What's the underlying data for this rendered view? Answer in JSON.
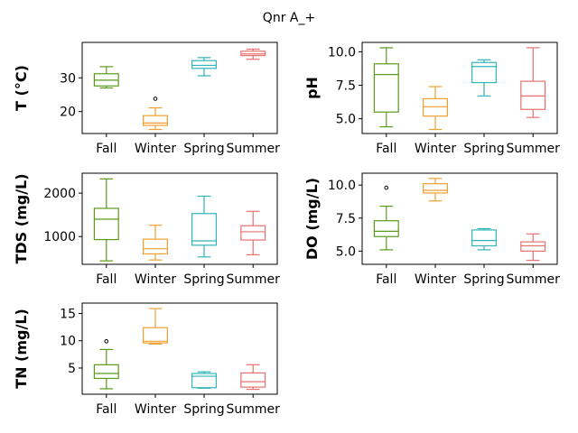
{
  "suptitle": "Qnr A_+",
  "chart_data": [
    {
      "type": "box",
      "ylabel": "T  (°C)",
      "ylim": [
        13.5,
        40.5
      ],
      "yticks": [
        20,
        30
      ],
      "categories": [
        "Fall",
        "Winter",
        "Spring",
        "Summer"
      ],
      "colors": [
        "#5a9a1a",
        "#f0a030",
        "#30b5b8",
        "#e87070"
      ],
      "boxes": [
        {
          "min": 27.0,
          "q1": 27.6,
          "median": 29.3,
          "q3": 31.2,
          "max": 33.3,
          "outliers": []
        },
        {
          "min": 14.7,
          "q1": 15.9,
          "median": 16.6,
          "q3": 18.8,
          "max": 21.1,
          "outliers": [
            23.8
          ]
        },
        {
          "min": 30.6,
          "q1": 32.8,
          "median": 33.7,
          "q3": 35.1,
          "max": 36.0,
          "outliers": []
        },
        {
          "min": 35.5,
          "q1": 36.6,
          "median": 37.1,
          "q3": 37.9,
          "max": 38.5,
          "outliers": []
        }
      ]
    },
    {
      "type": "box",
      "ylabel": "pH",
      "ylim": [
        3.9,
        10.7
      ],
      "yticks": [
        5.0,
        7.5,
        10.0
      ],
      "ytick_labels": [
        "5.0",
        "7.5",
        "10.0"
      ],
      "categories": [
        "Fall",
        "Winter",
        "Spring",
        "Summer"
      ],
      "colors": [
        "#5a9a1a",
        "#f0a030",
        "#30b5b8",
        "#e87070"
      ],
      "boxes": [
        {
          "min": 4.4,
          "q1": 5.5,
          "median": 8.3,
          "q3": 9.1,
          "max": 10.3,
          "outliers": []
        },
        {
          "min": 4.2,
          "q1": 5.2,
          "median": 5.9,
          "q3": 6.5,
          "max": 7.4,
          "outliers": []
        },
        {
          "min": 6.7,
          "q1": 7.7,
          "median": 8.9,
          "q3": 9.2,
          "max": 9.4,
          "outliers": []
        },
        {
          "min": 5.1,
          "q1": 5.7,
          "median": 6.7,
          "q3": 7.8,
          "max": 10.3,
          "outliers": []
        }
      ]
    },
    {
      "type": "box",
      "ylabel": "TDS (mg/L)",
      "ylim": [
        360,
        2460
      ],
      "yticks": [
        1000,
        2000
      ],
      "categories": [
        "Fall",
        "Winter",
        "Spring",
        "Summer"
      ],
      "colors": [
        "#5a9a1a",
        "#f0a030",
        "#30b5b8",
        "#e87070"
      ],
      "boxes": [
        {
          "min": 440,
          "q1": 930,
          "median": 1400,
          "q3": 1650,
          "max": 2330,
          "outliers": []
        },
        {
          "min": 460,
          "q1": 600,
          "median": 720,
          "q3": 940,
          "max": 1260,
          "outliers": []
        },
        {
          "min": 530,
          "q1": 800,
          "median": 900,
          "q3": 1530,
          "max": 1930,
          "outliers": []
        },
        {
          "min": 580,
          "q1": 920,
          "median": 1110,
          "q3": 1250,
          "max": 1580,
          "outliers": []
        }
      ]
    },
    {
      "type": "box",
      "ylabel": "DO (mg/L)",
      "ylim": [
        4.0,
        10.9
      ],
      "yticks": [
        5.0,
        7.5,
        10.0
      ],
      "ytick_labels": [
        "5.0",
        "7.5",
        "10.0"
      ],
      "categories": [
        "Fall",
        "Winter",
        "Spring",
        "Summer"
      ],
      "colors": [
        "#5a9a1a",
        "#f0a030",
        "#30b5b8",
        "#e87070"
      ],
      "boxes": [
        {
          "min": 5.1,
          "q1": 6.1,
          "median": 6.5,
          "q3": 7.3,
          "max": 8.4,
          "outliers": [
            9.8
          ]
        },
        {
          "min": 8.8,
          "q1": 9.4,
          "median": 9.6,
          "q3": 10.1,
          "max": 10.5,
          "outliers": []
        },
        {
          "min": 5.1,
          "q1": 5.4,
          "median": 5.8,
          "q3": 6.6,
          "max": 6.7,
          "outliers": []
        },
        {
          "min": 4.3,
          "q1": 5.0,
          "median": 5.4,
          "q3": 5.7,
          "max": 6.3,
          "outliers": []
        }
      ]
    },
    {
      "type": "box",
      "ylabel": "TN (mg/L)",
      "ylim": [
        0.2,
        16.9
      ],
      "yticks": [
        5,
        10,
        15
      ],
      "categories": [
        "Fall",
        "Winter",
        "Spring",
        "Summer"
      ],
      "colors": [
        "#5a9a1a",
        "#f0a030",
        "#30b5b8",
        "#e87070"
      ],
      "boxes": [
        {
          "min": 1.2,
          "q1": 3.1,
          "median": 4.0,
          "q3": 5.6,
          "max": 8.4,
          "outliers": [
            9.9
          ]
        },
        {
          "min": 9.4,
          "q1": 9.6,
          "median": 9.9,
          "q3": 12.4,
          "max": 15.9,
          "outliers": []
        },
        {
          "min": 1.3,
          "q1": 1.4,
          "median": 3.5,
          "q3": 4.0,
          "max": 4.3,
          "outliers": []
        },
        {
          "min": 1.1,
          "q1": 1.5,
          "median": 2.5,
          "q3": 4.1,
          "max": 5.6,
          "outliers": []
        }
      ]
    }
  ]
}
